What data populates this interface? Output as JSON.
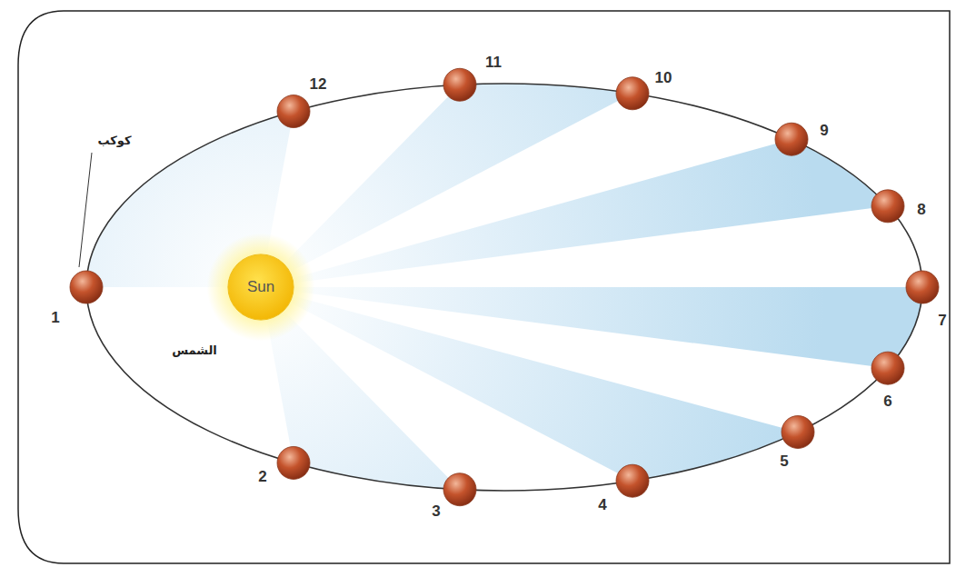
{
  "diagram": {
    "nodes": [
      {
        "text": [
          "Sun"
        ]
      }
    ],
    "labels": [
      "1",
      "2",
      "3",
      "4",
      "5",
      "6",
      "7",
      "8",
      "9",
      "10",
      "11",
      "12",
      "كوكب",
      "الشمس"
    ]
  }
}
